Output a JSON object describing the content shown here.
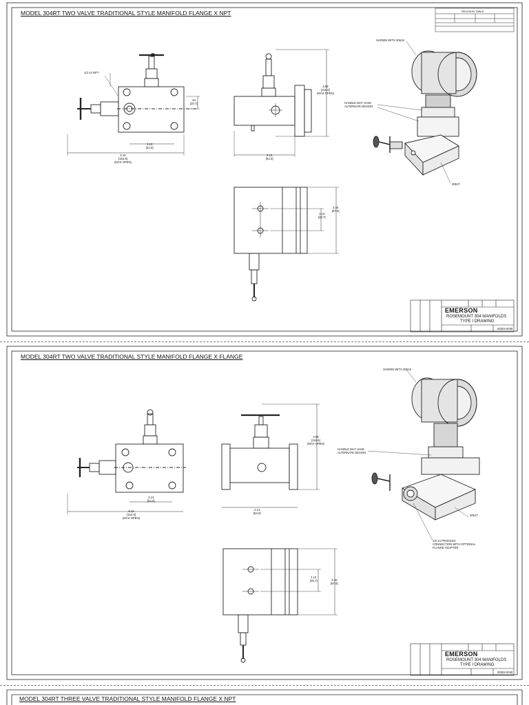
{
  "sheets": [
    {
      "title": "MODEL 304RT TWO VALVE TRADITIONAL STYLE MANIFOLD FLANGE X NPT",
      "labels": {
        "npt": "1/2-14 NPT",
        "shown_with": "SHOWN WITH 3051S",
        "handle": "HANDLE MAY HAVE\nALTERNATE DESIGN",
        "model": "3051T",
        "dim_width": "6.10\n[154.9]\n(MAX OPEN)",
        "dim_center": "2.13\n[54.0]",
        "dim_offset": ".81\n[20.7]",
        "dim_height": "4.59\n[116.6]\n(MAX OPEN)",
        "dim_body": "2.13\n[54.0]",
        "dim_plan_h": "3.46\n[87.9]",
        "dim_plan_c": "1.13\n[28.7]"
      },
      "title_block": {
        "company": "EMERSON",
        "line1": "ROSEMOUNT 304 MANIFOLDS",
        "line2": "TYPE I DRAWING",
        "doc_no": "00304-0040"
      },
      "revision_table": "REVISION TABLE"
    },
    {
      "title": "MODEL 304RT TWO VALVE TRADITIONAL STYLE MANIFOLD FLANGE X FLANGE",
      "labels": {
        "shown_with": "SHOWN WITH 3051S",
        "handle": "HANDLE MAY HAVE\nALTERNATE DESIGN",
        "model": "3051T",
        "adapter": "1/2-14 PROCESS\nCONNECTION WITH OPTIONAL\nFLANGE ADAPTER",
        "dim_width": "6.10\n[154.9]\n(MAX OPEN)",
        "dim_center": "2.13\n[54.0]",
        "dim_height": "4.59\n[116.6]\n(MAX OPEN)",
        "dim_body": "2.13\n[54.0]",
        "dim_plan_h": "3.46\n[87.9]",
        "dim_plan_c": "1.13\n[28.7]"
      },
      "title_block": {
        "company": "EMERSON",
        "line1": "ROSEMOUNT 304 MANIFOLDS",
        "line2": "TYPE I DRAWING",
        "doc_no": "00304-0040"
      }
    },
    {
      "title": "MODEL 304RT THREE VALVE TRADITIONAL STYLE MANIFOLD FLANGE X NPT"
    }
  ]
}
